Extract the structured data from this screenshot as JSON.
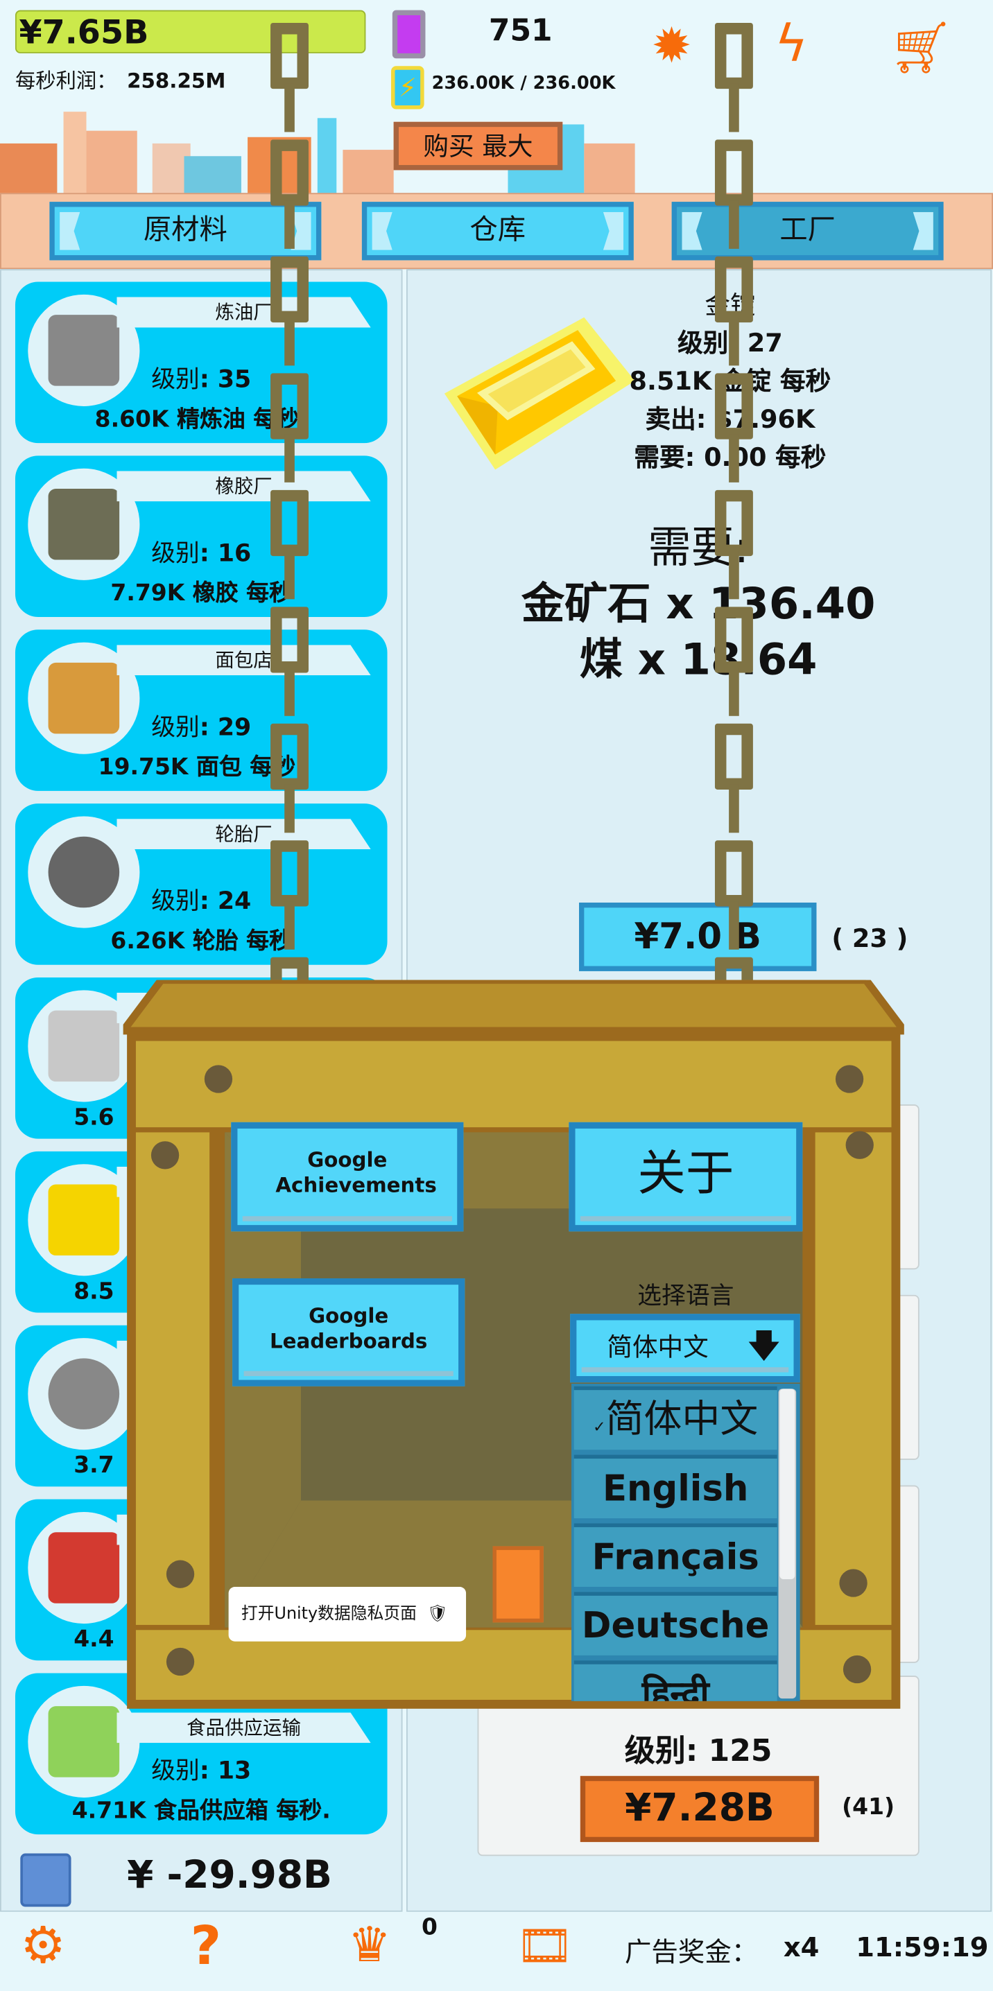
{
  "header": {
    "money": "¥7.65B",
    "profit_label": "每秒利润：",
    "profit_value": "258.25M",
    "gems": "751",
    "energy": "236.00K / 236.00K",
    "buy_max": "购买 最大"
  },
  "tabs": [
    {
      "label": "原材料"
    },
    {
      "label": "仓库"
    },
    {
      "label": "工厂",
      "selected": true
    }
  ],
  "factories": [
    {
      "title": "炼油厂",
      "level_label": "级别",
      "level": "35",
      "rate": "8.60K 精炼油 每秒.",
      "icon": "oil-barrel-icon"
    },
    {
      "title": "橡胶厂",
      "level_label": "级别",
      "level": "16",
      "rate": "7.79K 橡胶 每秒",
      "icon": "rubber-roll-icon"
    },
    {
      "title": "面包店",
      "level_label": "级别",
      "level": "29",
      "rate": "19.75K 面包 每秒.",
      "icon": "bread-crate-icon"
    },
    {
      "title": "轮胎厂",
      "level_label": "级别",
      "level": "24",
      "rate": "6.26K 轮胎 每秒",
      "icon": "tire-icon"
    },
    {
      "title": "",
      "level_label": "",
      "level": "",
      "rate": "5.6",
      "icon": "silver-ingot-icon"
    },
    {
      "title": "",
      "level_label": "",
      "level": "",
      "rate": "8.5",
      "icon": "gold-ingot-icon"
    },
    {
      "title": "",
      "level_label": "",
      "level": "",
      "rate": "3.7",
      "icon": "hex-nut-icon"
    },
    {
      "title": "",
      "level_label": "",
      "level": "",
      "rate": "4.4",
      "icon": "jerry-can-icon"
    },
    {
      "title": "食品供应运输",
      "level_label": "级别",
      "level": "13",
      "rate": "4.71K 食品供应箱 每秒.",
      "icon": "food-crate-icon"
    }
  ],
  "balance": "¥ -29.98B",
  "product": {
    "name": "金锭",
    "level": "级别: 27",
    "rate": "8.51K 金锭 每秒",
    "sell": "卖出: $7.96K",
    "need_rate": "需要: 0.00 每秒",
    "need_title": "需要:",
    "need_1": "金矿石 x 136.40",
    "need_2": "煤 x 18.64",
    "upgrade_price": "¥7.0 B",
    "upgrade_count": "( 23 )"
  },
  "lower_card": {
    "level": "级别: 125",
    "price": "¥7.28B",
    "count": "(41)"
  },
  "bottom": {
    "crown_count": "0",
    "ad_label": "广告奖金：",
    "ad_multiplier": "x4",
    "timer": "11:59:19"
  },
  "settings": {
    "achievements": "Google Achievements",
    "leaderboards": "Google Leaderboards",
    "about": "关于",
    "language_label": "选择语言",
    "language_selected": "简体中文",
    "languages": [
      "简体中文",
      "English",
      "Français",
      "Deutsche",
      "हिन्दी"
    ],
    "privacy": "打开Unity数据隐私页面"
  },
  "colors": {
    "accent": "#f76b0a",
    "button_blue": "#4fd5f8",
    "card_blue": "#00ccf8",
    "crate": "#c8a838",
    "money_bar": "#cbe94b"
  }
}
